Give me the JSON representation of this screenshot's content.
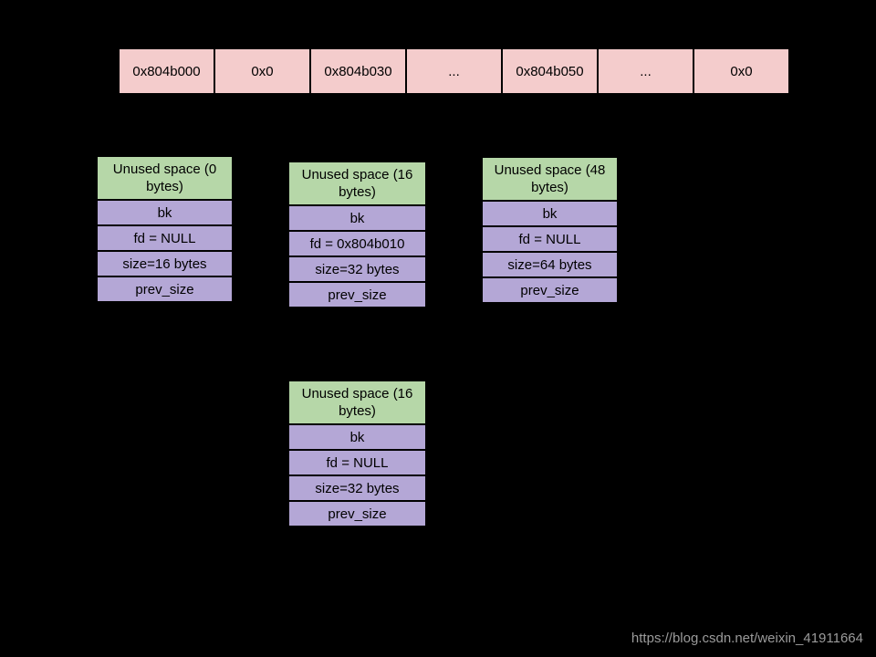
{
  "colors": {
    "background": "#000000",
    "memory_cell_fill": "#f4cccc",
    "chunk_header_fill": "#b6d7a8",
    "chunk_field_fill": "#b4a7d6",
    "border": "#000000",
    "text": "#000000",
    "watermark_text": "#9b9b9b"
  },
  "memory_row": {
    "cells": [
      "0x804b000",
      "0x0",
      "0x804b030",
      "...",
      "0x804b050",
      "...",
      "0x0"
    ]
  },
  "chunks": [
    {
      "header": "Unused space (0 bytes)",
      "fields": [
        "bk",
        "fd = NULL",
        "size=16 bytes",
        "prev_size"
      ]
    },
    {
      "header": "Unused space (16 bytes)",
      "fields": [
        "bk",
        "fd = 0x804b010",
        "size=32 bytes",
        "prev_size"
      ]
    },
    {
      "header": "Unused space (48 bytes)",
      "fields": [
        "bk",
        "fd = NULL",
        "size=64 bytes",
        "prev_size"
      ]
    },
    {
      "header": "Unused space (16 bytes)",
      "fields": [
        "bk",
        "fd = NULL",
        "size=32 bytes",
        "prev_size"
      ]
    }
  ],
  "watermark": {
    "text": "https://blog.csdn.net/weixin_41911664"
  }
}
